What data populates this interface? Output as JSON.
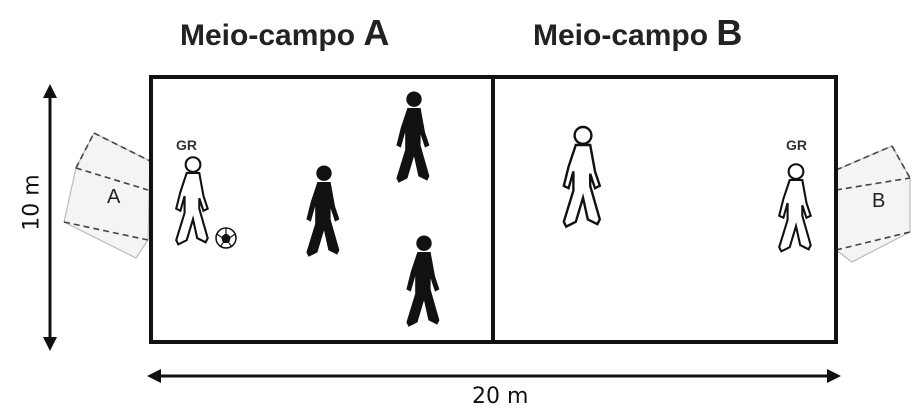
{
  "titles": {
    "half_a_prefix": "Meio-campo ",
    "half_a_letter": "A",
    "half_b_prefix": "Meio-campo ",
    "half_b_letter": "B"
  },
  "dimensions": {
    "height": "10 m",
    "width": "20 m"
  },
  "goals": {
    "a": "A",
    "b": "B"
  },
  "goalkeepers": {
    "a": "GR",
    "b": "GR"
  }
}
